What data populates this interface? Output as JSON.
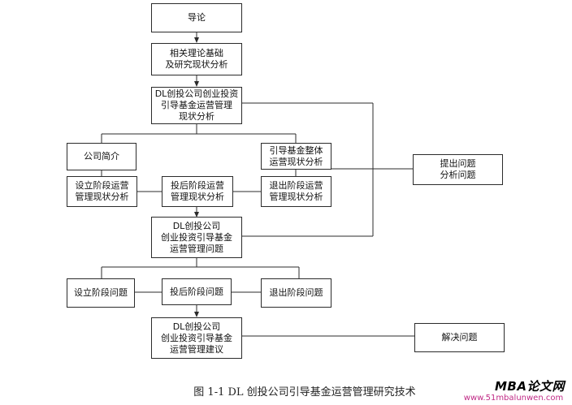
{
  "nodes": {
    "intro": "导论",
    "theory": "相关理论基础\n及研究现状分析",
    "status": "DL创投公司创业投资\n引导基金运营管理\n现状分析",
    "company": "公司简介",
    "overall": "引导基金整体\n运营现状分析",
    "setup_stage": "设立阶段运营\n管理现状分析",
    "post_invest_stage": "投后阶段运营\n管理现状分析",
    "exit_stage": "退出阶段运营\n管理现状分析",
    "raise_problem": "提出问题\n分析问题",
    "problems": "DL创投公司\n创业投资引导基金\n运营管理问题",
    "setup_problem": "设立阶段问题",
    "post_invest_problem": "投后阶段问题",
    "exit_problem": "退出阶段问题",
    "suggestions": "DL创投公司\n创业投资引导基金\n运营管理建议",
    "solve_problem": "解决问题"
  },
  "caption": "图 1-1  DL 创投公司引导基金运营管理研究技术",
  "watermark": {
    "brand": "MBA论文网",
    "url": "www.51mbalunwen.com"
  },
  "colors": {
    "line": "#2b2b2b",
    "border": "#2b2b2b",
    "url": "#c02a86"
  }
}
